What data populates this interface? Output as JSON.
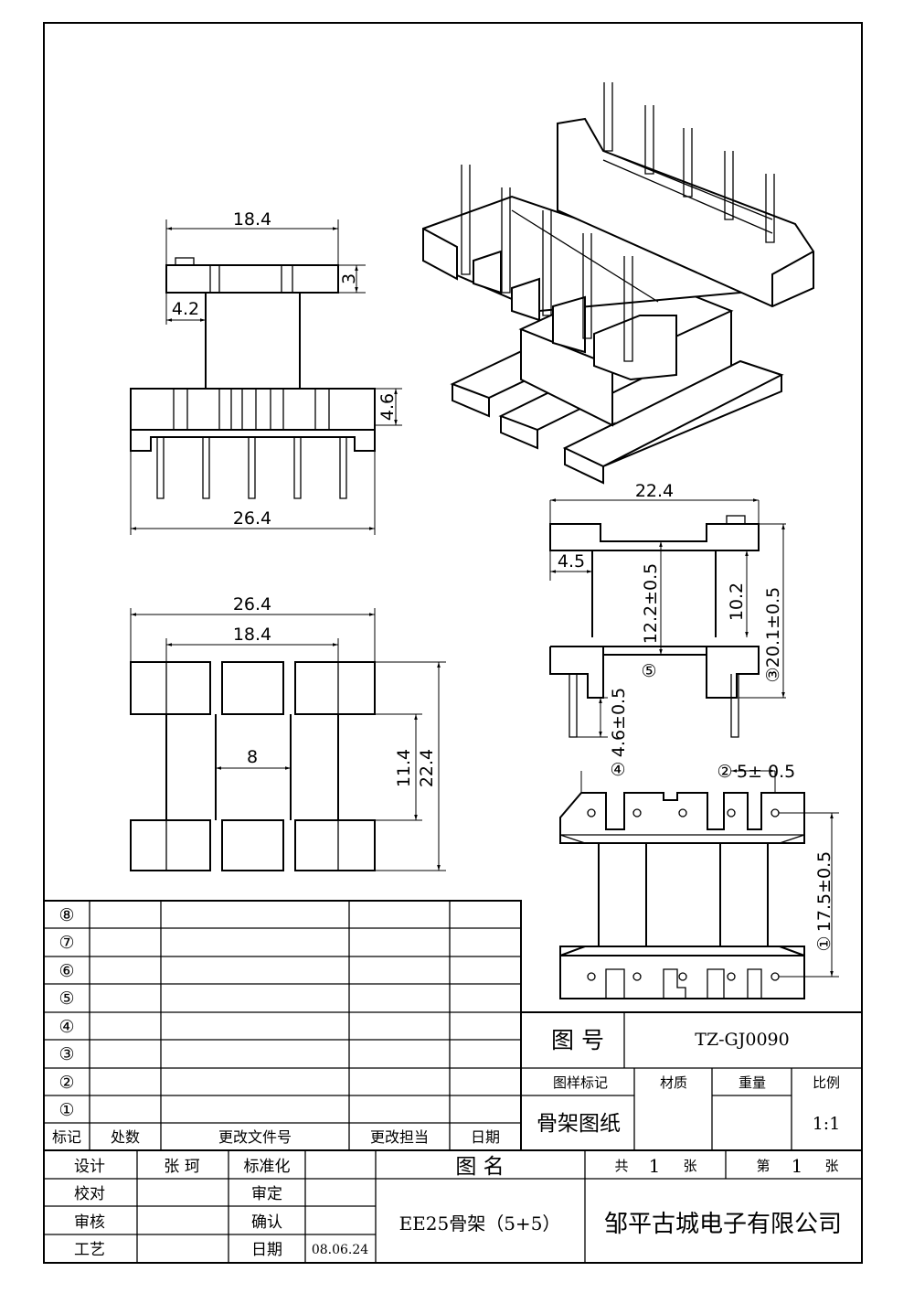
{
  "drawing": {
    "side_view": {
      "width_top": "18.4",
      "flange_thickness": "3",
      "offset": "4.2",
      "base_height": "4.6",
      "width_base": "26.4"
    },
    "plan_view": {
      "overall_width": "26.4",
      "inner_width": "18.4",
      "core_width": "8",
      "window": "11.4",
      "overall_depth": "22.4"
    },
    "front_view": {
      "overall_width": "22.4",
      "offset": "4.5",
      "window_height": "12.2±0.5",
      "inner_height": "10.2",
      "total_height": "20.1±0.5",
      "pin_length": "4.6±0.5",
      "pin_pitch": "5± 0.5",
      "marks": {
        "m2": "②",
        "m3": "③",
        "m4": "④",
        "m5": "⑤"
      }
    },
    "bottom_view": {
      "pin_row_spacing": "17.5±0.5",
      "mark": "①"
    }
  },
  "revision_table": {
    "rows": [
      "⑧",
      "⑦",
      "⑥",
      "⑤",
      "④",
      "③",
      "②",
      "①"
    ],
    "headers": [
      "标记",
      "处数",
      "更改文件号",
      "更改担当",
      "日期"
    ]
  },
  "title_block": {
    "drawing_no_label": "图 号",
    "drawing_no": "TZ-GJ0090",
    "col_headers": [
      "图样标记",
      "材质",
      "重量",
      "比例"
    ],
    "sample_mark": "骨架图纸",
    "scale": "1:1",
    "designer_label": "设计",
    "designer": "张 珂",
    "standardization_label": "标准化",
    "checker_label": "校对",
    "approval_label": "审定",
    "reviewer_label": "审核",
    "confirm_label": "确认",
    "process_label": "工艺",
    "date_label": "日期",
    "date": "08.06.24",
    "name_label": "图 名",
    "name": "EE25骨架（5+5）",
    "sheets_total_prefix": "共",
    "sheets_total": "1",
    "sheets_unit": "张",
    "sheet_no_prefix": "第",
    "sheet_no": "1",
    "company": "邹平古城电子有限公司"
  }
}
